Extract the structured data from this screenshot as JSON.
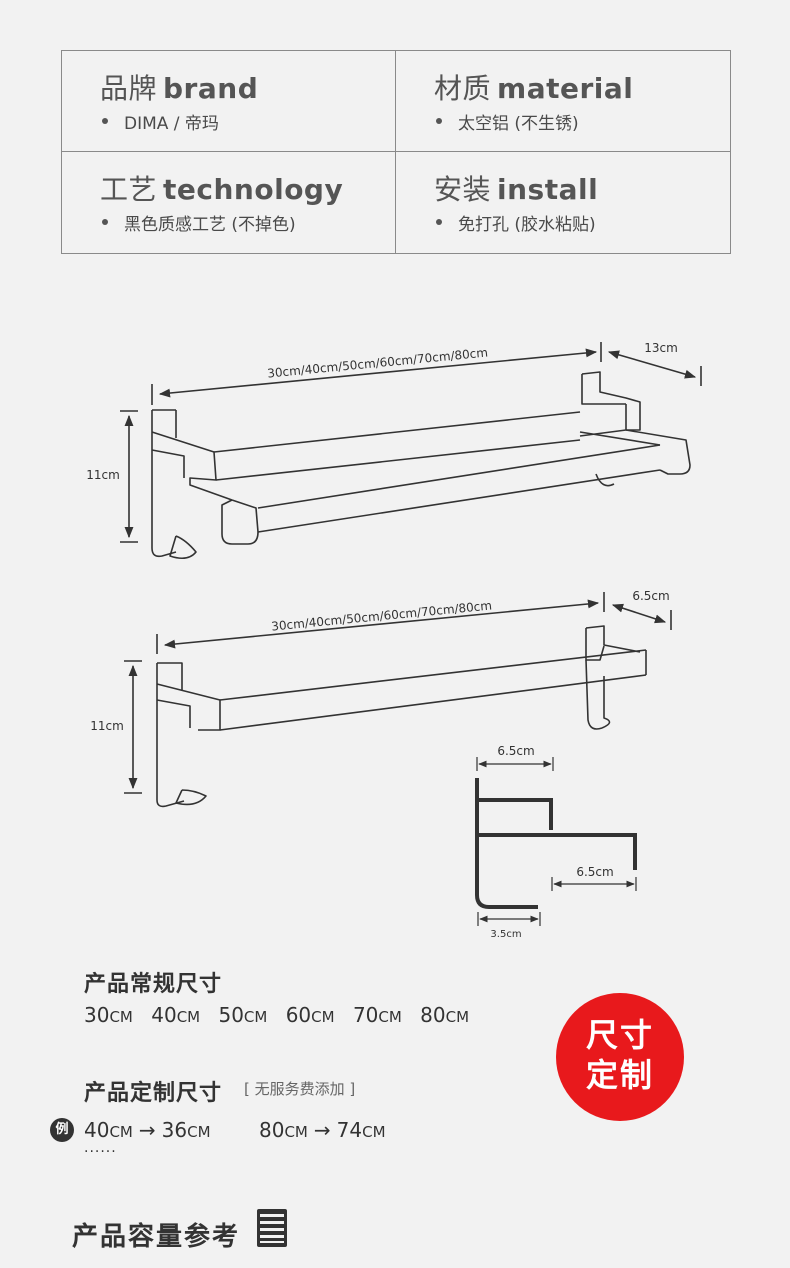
{
  "specs": {
    "brand": {
      "zh": "品牌",
      "en": "brand",
      "value": "DIMA / 帝玛"
    },
    "material": {
      "zh": "材质",
      "en": "material",
      "value": "太空铝 (不生锈)"
    },
    "technology": {
      "zh": "工艺",
      "en": "technology",
      "value": "黑色质感工艺 (不掉色)"
    },
    "install": {
      "zh": "安装",
      "en": "install",
      "value": "免打孔 (胶水粘贴)"
    }
  },
  "diagram1": {
    "length": "30cm/40cm/50cm/60cm/70cm/80cm",
    "depth": "13cm",
    "height": "11cm"
  },
  "diagram2": {
    "length": "30cm/40cm/50cm/60cm/70cm/80cm",
    "depth": "6.5cm",
    "height": "11cm"
  },
  "profile": {
    "top": "6.5cm",
    "right": "6.5cm",
    "bottom": "3.5cm"
  },
  "sizes": {
    "title": "产品常规尺寸",
    "items": [
      {
        "num": "30",
        "unit": "CM"
      },
      {
        "num": "40",
        "unit": "CM"
      },
      {
        "num": "50",
        "unit": "CM"
      },
      {
        "num": "60",
        "unit": "CM"
      },
      {
        "num": "70",
        "unit": "CM"
      },
      {
        "num": "80",
        "unit": "CM"
      }
    ]
  },
  "custom": {
    "title": "产品定制尺寸",
    "note": "[ 无服务费添加 ]",
    "example_badge": "例",
    "examples": [
      {
        "from": "40",
        "from_unit": "CM",
        "arrow": "→",
        "to": "36",
        "to_unit": "CM"
      },
      {
        "from": "80",
        "from_unit": "CM",
        "arrow": "→",
        "to": "74",
        "to_unit": "CM"
      }
    ],
    "dots": "......"
  },
  "badge": {
    "line1": "尺寸",
    "line2": "定制"
  },
  "capacity": {
    "title": "产品容量参考"
  }
}
